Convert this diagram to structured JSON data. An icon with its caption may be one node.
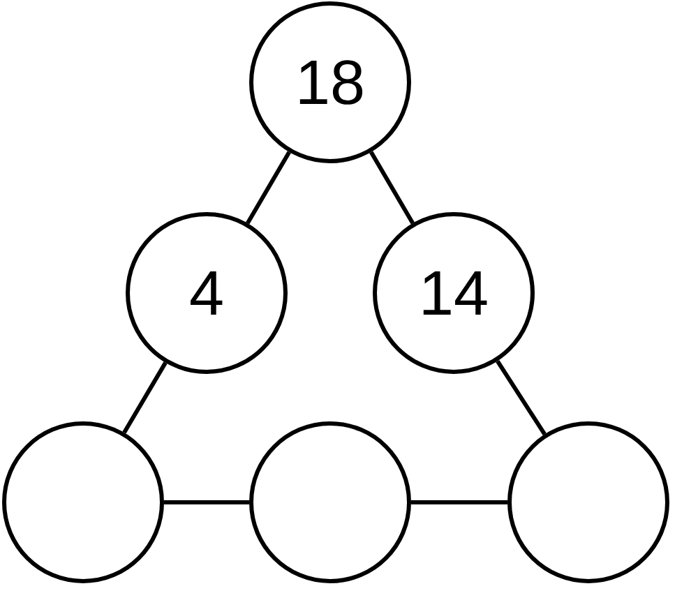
{
  "diagram": {
    "nodes": [
      {
        "text": [
          "18"
        ]
      },
      {
        "text": [
          "4"
        ]
      },
      {
        "text": [
          "14"
        ]
      },
      {
        "text": [],
        "shape": "circle"
      },
      {
        "text": [],
        "shape": "circle"
      },
      {
        "text": [],
        "shape": "circle"
      }
    ],
    "edges": [
      {
        "from": 0,
        "to": 1,
        "arrow": "none"
      },
      {
        "from": 0,
        "to": 2,
        "arrow": "none"
      },
      {
        "from": 1,
        "to": 3,
        "arrow": "none"
      },
      {
        "from": 2,
        "to": 5,
        "arrow": "none"
      },
      {
        "from": 3,
        "to": 4,
        "arrow": "none"
      },
      {
        "from": 4,
        "to": 5,
        "arrow": "none"
      }
    ]
  }
}
